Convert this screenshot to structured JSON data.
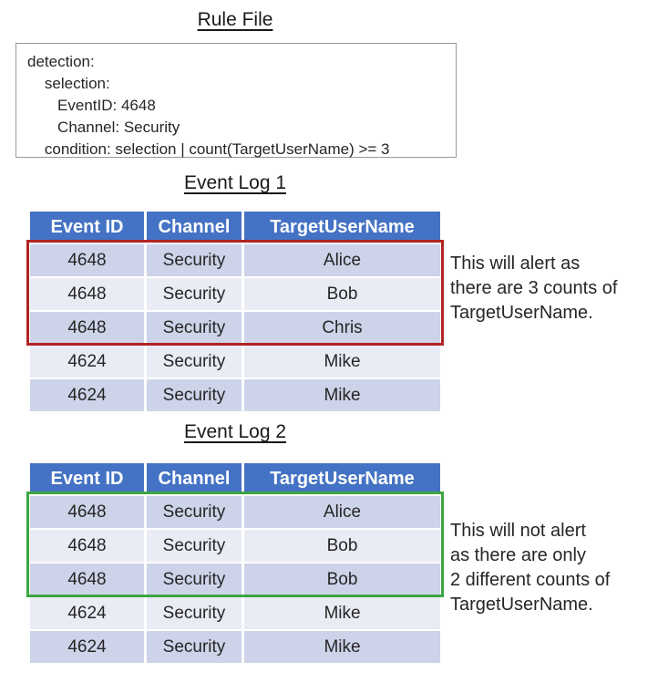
{
  "colors": {
    "header_blue": "#4472C4",
    "row_dark": "#CDD3E8",
    "row_light": "#E9EBF5",
    "alert_red": "#B02423",
    "no_alert_green": "#3CA642",
    "rule_box_border": "#999999"
  },
  "rule_file": {
    "title": "Rule File",
    "lines": [
      "detection:",
      "    selection:",
      "       EventID: 4648",
      "       Channel: Security",
      "    condition: selection | count(TargetUserName) >= 3"
    ]
  },
  "event_log_1": {
    "title": "Event Log 1",
    "columns": [
      "Event ID",
      "Channel",
      "TargetUserName"
    ],
    "rows": [
      [
        "4648",
        "Security",
        "Alice"
      ],
      [
        "4648",
        "Security",
        "Bob"
      ],
      [
        "4648",
        "Security",
        "Chris"
      ],
      [
        "4624",
        "Security",
        "Mike"
      ],
      [
        "4624",
        "Security",
        "Mike"
      ]
    ],
    "highlighted_rows": [
      1,
      2,
      3
    ],
    "highlight_color": "#B02423",
    "annotation": "This will alert as\nthere are 3 counts of\nTargetUserName."
  },
  "event_log_2": {
    "title": "Event Log 2",
    "columns": [
      "Event ID",
      "Channel",
      "TargetUserName"
    ],
    "rows": [
      [
        "4648",
        "Security",
        "Alice"
      ],
      [
        "4648",
        "Security",
        "Bob"
      ],
      [
        "4648",
        "Security",
        "Bob"
      ],
      [
        "4624",
        "Security",
        "Mike"
      ],
      [
        "4624",
        "Security",
        "Mike"
      ]
    ],
    "highlighted_rows": [
      1,
      2,
      3
    ],
    "highlight_color": "#3CA642",
    "annotation": "This will not alert\nas there are only\n2 different counts of\nTargetUserName."
  }
}
